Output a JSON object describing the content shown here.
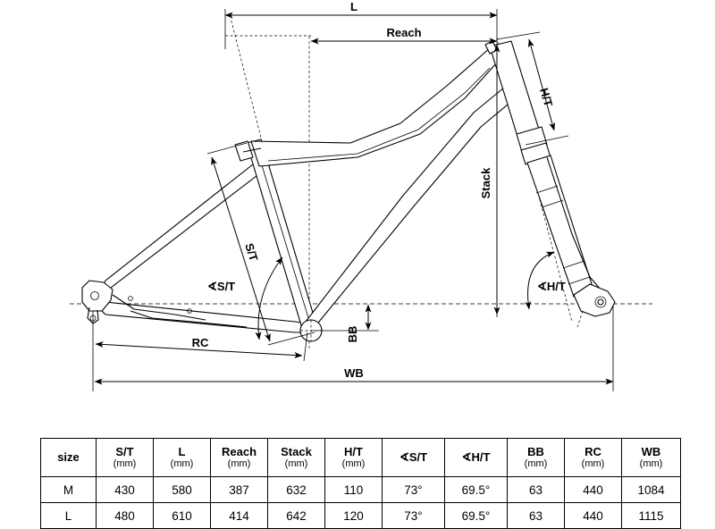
{
  "diagram": {
    "title": "Bicycle frame geometry diagram",
    "dimension_labels": {
      "length": "L",
      "reach": "Reach",
      "head_tube": "H/T",
      "stack": "Stack",
      "seat_tube": "S/T",
      "seat_tube_angle": "∢S/T",
      "head_tube_angle": "∢H/T",
      "bottom_bracket_drop": "BB",
      "rear_center": "RC",
      "wheelbase": "WB"
    },
    "colors": {
      "line": "#000000",
      "background": "#ffffff"
    }
  },
  "table": {
    "headers": [
      {
        "main": "size",
        "unit": ""
      },
      {
        "main": "S/T",
        "unit": "(mm)"
      },
      {
        "main": "L",
        "unit": "(mm)"
      },
      {
        "main": "Reach",
        "unit": "(mm)"
      },
      {
        "main": "Stack",
        "unit": "(mm)"
      },
      {
        "main": "H/T",
        "unit": "(mm)"
      },
      {
        "main": "∢S/T",
        "unit": ""
      },
      {
        "main": "∢H/T",
        "unit": ""
      },
      {
        "main": "BB",
        "unit": "(mm)"
      },
      {
        "main": "RC",
        "unit": "(mm)"
      },
      {
        "main": "WB",
        "unit": "(mm)"
      }
    ],
    "rows": [
      {
        "size": "M",
        "st": "430",
        "l": "580",
        "reach": "387",
        "stack": "632",
        "ht": "110",
        "st_angle": "73°",
        "ht_angle": "69.5°",
        "bb": "63",
        "rc": "440",
        "wb": "1084"
      },
      {
        "size": "L",
        "st": "480",
        "l": "610",
        "reach": "414",
        "stack": "642",
        "ht": "120",
        "st_angle": "73°",
        "ht_angle": "69.5°",
        "bb": "63",
        "rc": "440",
        "wb": "1115"
      }
    ]
  },
  "chart_data": {
    "type": "table",
    "title": "Bicycle frame geometry",
    "categories": [
      "size",
      "S/T (mm)",
      "L (mm)",
      "Reach (mm)",
      "Stack (mm)",
      "H/T (mm)",
      "∢S/T",
      "∢H/T",
      "BB (mm)",
      "RC (mm)",
      "WB (mm)"
    ],
    "series": [
      {
        "name": "M",
        "values": [
          "M",
          430,
          580,
          387,
          632,
          110,
          "73°",
          "69.5°",
          63,
          440,
          1084
        ]
      },
      {
        "name": "L",
        "values": [
          "L",
          480,
          610,
          414,
          642,
          120,
          "73°",
          "69.5°",
          63,
          440,
          1115
        ]
      }
    ]
  }
}
